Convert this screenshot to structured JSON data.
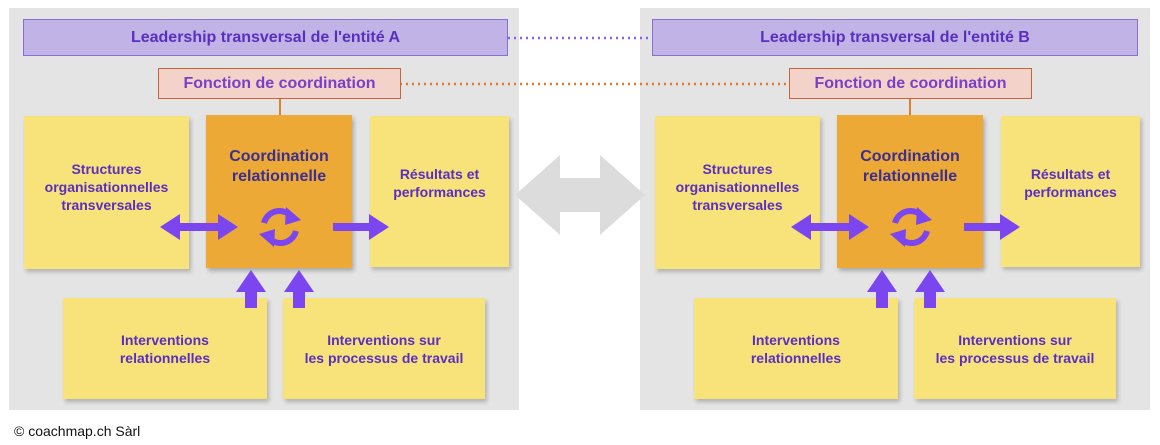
{
  "colors": {
    "panel": "#e4e4e4",
    "leadership_fill": "#c1b3e6",
    "leadership_text": "#5a2fc0",
    "fonction_fill": "#f2d2c9",
    "fonction_border": "#c8643a",
    "sticky": "#f8e27a",
    "core": "#eca935",
    "arrow": "#7b45f0",
    "connector_dotted_purple": "#8a5cf0",
    "connector_dotted_orange": "#e07a2a",
    "double_arrow": "#d9d9d9"
  },
  "entity_a": {
    "leadership": "Leadership transversal de l'entité A",
    "fonction": "Fonction de coordination",
    "structures": "Structures\norganisationnelles\ntransversales",
    "core": "Coordination\nrelationnelle",
    "resultats": "Résultats et\nperformances",
    "interventions_rel": "Interventions\nrelationnelles",
    "interventions_proc": "Interventions sur\nles processus de travail"
  },
  "entity_b": {
    "leadership": "Leadership transversal de l'entité B",
    "fonction": "Fonction de coordination",
    "structures": "Structures\norganisationnelles\ntransversales",
    "core": "Coordination\nrelationnelle",
    "resultats": "Résultats et\nperformances",
    "interventions_rel": "Interventions\nrelationnelles",
    "interventions_proc": "Interventions sur\nles processus de travail"
  },
  "footer": "© coachmap.ch Sàrl"
}
